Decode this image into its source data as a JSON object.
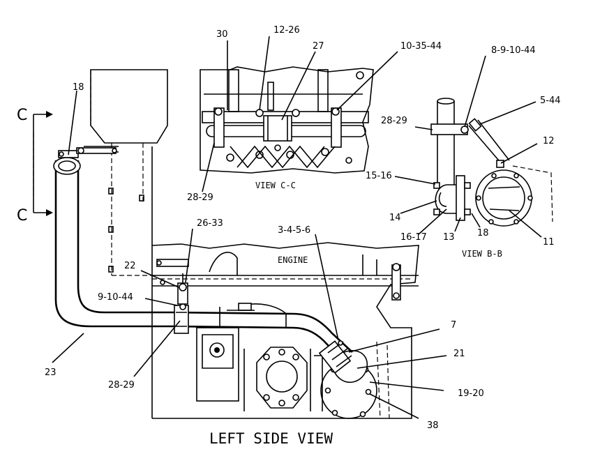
{
  "views": {
    "c_c": "VIEW C-C",
    "b_b": "VIEW B-B",
    "left_side": "LEFT SIDE VIEW",
    "engine": "ENGINE",
    "section_top": "C",
    "section_bottom": "C"
  },
  "callouts": [
    {
      "id": "c30",
      "text": "30"
    },
    {
      "id": "c12-26",
      "text": "12-26"
    },
    {
      "id": "c27",
      "text": "27"
    },
    {
      "id": "c10-35-44",
      "text": "10-35-44"
    },
    {
      "id": "c8-9-10-44",
      "text": "8-9-10-44"
    },
    {
      "id": "c5-44",
      "text": "5-44"
    },
    {
      "id": "c28-29-bb",
      "text": "28-29"
    },
    {
      "id": "c12-bb",
      "text": "12"
    },
    {
      "id": "c15-16",
      "text": "15-16"
    },
    {
      "id": "c14",
      "text": "14"
    },
    {
      "id": "c16-17",
      "text": "16-17"
    },
    {
      "id": "c13",
      "text": "13"
    },
    {
      "id": "c18-bb",
      "text": "18"
    },
    {
      "id": "c11",
      "text": "11"
    },
    {
      "id": "c28-29-cc",
      "text": "28-29"
    },
    {
      "id": "c18-left",
      "text": "18"
    },
    {
      "id": "c26-33",
      "text": "26-33"
    },
    {
      "id": "c3-4-5-6",
      "text": "3-4-5-6"
    },
    {
      "id": "c22",
      "text": "22"
    },
    {
      "id": "c9-10-44",
      "text": "9-10-44"
    },
    {
      "id": "c7",
      "text": "7"
    },
    {
      "id": "c21",
      "text": "21"
    },
    {
      "id": "c23",
      "text": "23"
    },
    {
      "id": "c28-29-main",
      "text": "28-29"
    },
    {
      "id": "c19-20",
      "text": "19-20"
    },
    {
      "id": "c38",
      "text": "38"
    }
  ]
}
